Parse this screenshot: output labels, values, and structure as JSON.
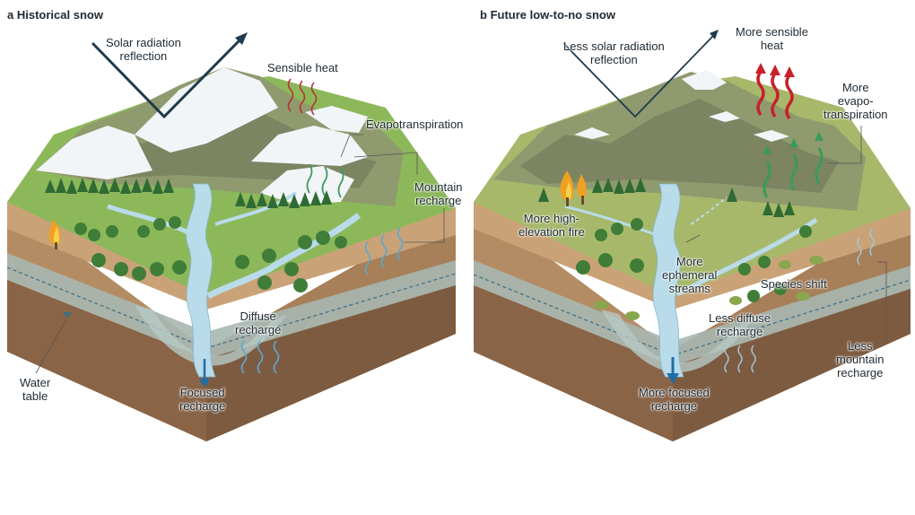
{
  "panel_a": {
    "letter": "a",
    "title": "Historical snow",
    "labels": {
      "solar": "Solar radiation\nreflection",
      "sensible": "Sensible heat",
      "evapo": "Evapotranspiration",
      "mountain": "Mountain\nrecharge",
      "diffuse": "Diffuse\nrecharge",
      "focused": "Focused\nrecharge",
      "water_table": "Water\ntable"
    }
  },
  "panel_b": {
    "letter": "b",
    "title": "Future low-to-no snow",
    "labels": {
      "solar": "Less solar radiation\nreflection",
      "sensible": "More sensible\nheat",
      "evapo": "More\nevapo-\ntranspiration",
      "fire": "More high-\nelevation fire",
      "ephemeral": "More\nephemeral\nstreams",
      "species": "Species shift",
      "diffuse": "Less diffuse\nrecharge",
      "focused": "More focused\nrecharge",
      "mountain": "Less\nmountain\nrecharge"
    }
  },
  "colors": {
    "grass": "#8cb85a",
    "grass_dry": "#a7b86a",
    "mountain": "#8f9a6e",
    "rock": "#7d8462",
    "snow": "#f2f5f8",
    "water": "#b9dbea",
    "soil_top": "#c9a377",
    "soil_mid": "#b48c63",
    "soil_deep": "#8a6447",
    "groundwater": "#a7b7b0",
    "tree": "#2f6b34",
    "heat_thin": "#b8323a",
    "heat_thick": "#c8202b",
    "evapo": "#3a9a5a",
    "recharge": "#5aa9cf",
    "arrow_dark": "#1f3b4d",
    "focused_arrow": "#1f6ea8",
    "text": "#1e2a33"
  }
}
